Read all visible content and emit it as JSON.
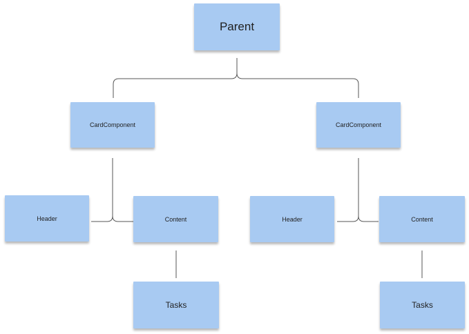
{
  "colors": {
    "note_fill": "#a8caf2",
    "connector": "#555555"
  },
  "nodes": {
    "parent": "Parent",
    "card_left": "CardComponent",
    "card_right": "CardComponent",
    "header_left": "Header",
    "content_left": "Content",
    "header_right": "Header",
    "content_right": "Content",
    "tasks_left": "Tasks",
    "tasks_right": "Tasks"
  }
}
